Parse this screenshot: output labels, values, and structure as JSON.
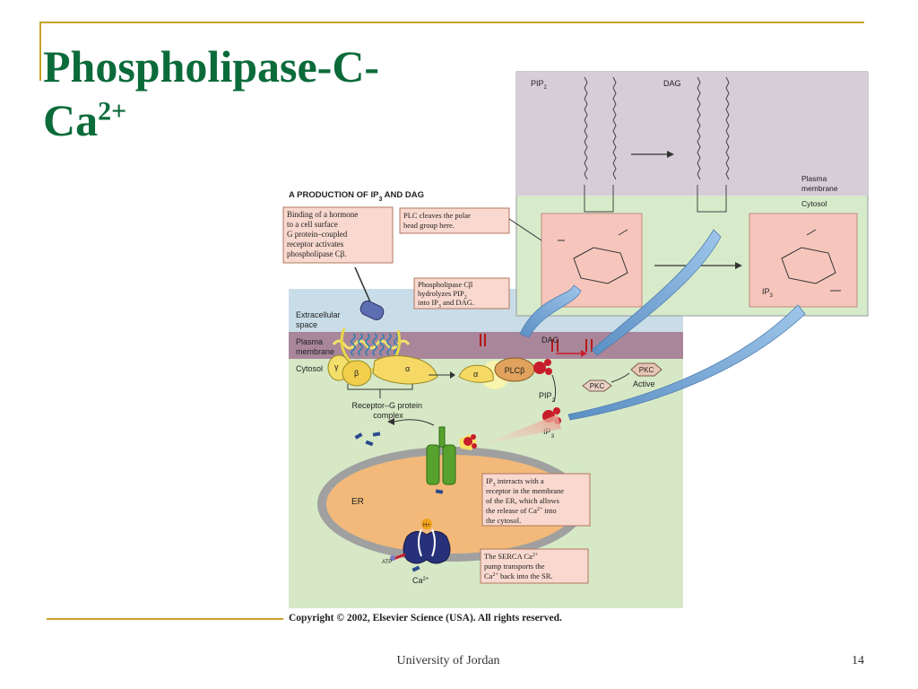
{
  "title": {
    "line1": "Phospholipase-C-",
    "line2": "Ca",
    "line2_sup": "2+"
  },
  "footer": {
    "center": "University of Jordan",
    "page": "14"
  },
  "copyright": "Copyright © 2002, Elsevier Science (USA). All rights reserved.",
  "figure": {
    "panel_heading": "A  PRODUCTION OF IP",
    "panel_heading_sub": "3",
    "panel_heading_tail": " AND DAG",
    "inset": {
      "pip2": "PIP",
      "pip2_sub": "2",
      "dag": "DAG",
      "plasma_membrane_1": "Plasma",
      "plasma_membrane_2": "membrane",
      "cytosol": "Cytosol",
      "ip3": "IP",
      "ip3_sub": "3",
      "plc_note": [
        "PLC cleaves the polar",
        "head group here."
      ]
    },
    "callout_binding": [
      "Binding of a hormone",
      "to a cell surface",
      "G protein–coupled",
      "receptor activates",
      "phospholipase Cβ."
    ],
    "callout_plc": {
      "line1": "Phospholipase Cβ",
      "line2a": "hydrolyzes PIP",
      "line2_sub": "2",
      "line3a": "into IP",
      "line3_sub": "3",
      "line3b": " and DAG."
    },
    "callout_ip3": {
      "line1a": "IP",
      "line1_sub": "3",
      "line1b": " interacts with a",
      "line2": "receptor in the membrane",
      "line3": "of the ER, which allows",
      "line4a": "the release of Ca",
      "line4_sup": "2+",
      "line4b": " into",
      "line5": "the cytosol."
    },
    "callout_serca": {
      "line1a": "The SERCA Ca",
      "line1_sup": "2+",
      "line2": "pump transports the",
      "line3a": "Ca",
      "line3_sup": "2+",
      "line3b": " back into the SR."
    },
    "labels": {
      "extracellular_1": "Extracellular",
      "extracellular_2": "space",
      "plasma_1": "Plasma",
      "plasma_2": "membrane",
      "cytosol": "Cytosol",
      "gamma": "γ",
      "beta": "β",
      "alpha": "α",
      "alpha2": "α",
      "plcb": "PLCβ",
      "dag": "DAG",
      "pkc_inactive": "PKC",
      "pkc_active": "PKC",
      "active": "Active",
      "pip2": "PIP",
      "pip2_sub": "2",
      "ip3": "IP",
      "ip3_sub": "3",
      "receptor_complex_1": "Receptor–G protein",
      "receptor_complex_2": "complex",
      "er": "ER",
      "h_plus": "H+",
      "atp": "ATP",
      "ca": "Ca",
      "ca_sup": "2+"
    }
  }
}
